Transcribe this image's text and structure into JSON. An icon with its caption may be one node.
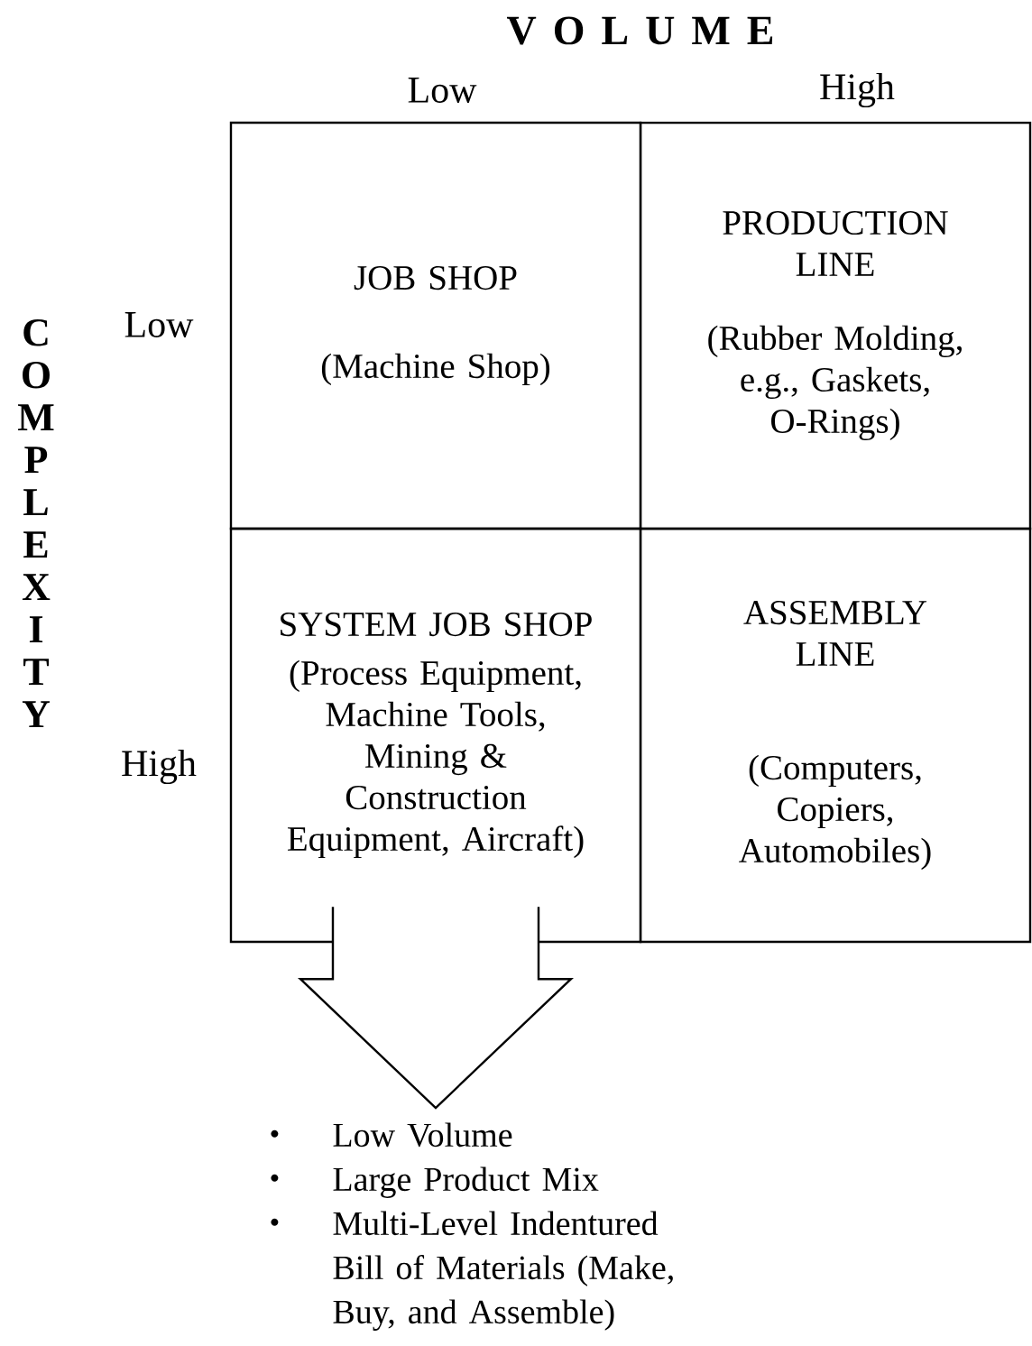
{
  "diagram": {
    "nodes": [
      {
        "text": [
          "JOB SHOP",
          "(Machine Shop)"
        ]
      },
      {
        "text": [
          "PRODUCTION LINE",
          "(Rubber Molding, e.g., Gaskets, O-Rings)"
        ]
      },
      {
        "text": [
          "SYSTEM JOB SHOP",
          "(Process Equipment, Machine Tools, Mining & Construction Equipment, Aircraft)"
        ]
      },
      {
        "text": [
          "ASSEMBLY LINE",
          "(Computers, Copiers, Automobiles)"
        ]
      },
      {
        "text": [
          "Low Volume",
          "Large Product Mix",
          "Multi-Level Indentured Bill of Materials (Make, Buy, and Assemble)"
        ]
      }
    ],
    "edges": [
      {
        "from": 2,
        "to": 4,
        "arrow": "to"
      }
    ],
    "labels": [
      "V O L U M E",
      "Low",
      "High",
      "COMPLEXITY",
      "Low",
      "High"
    ]
  }
}
